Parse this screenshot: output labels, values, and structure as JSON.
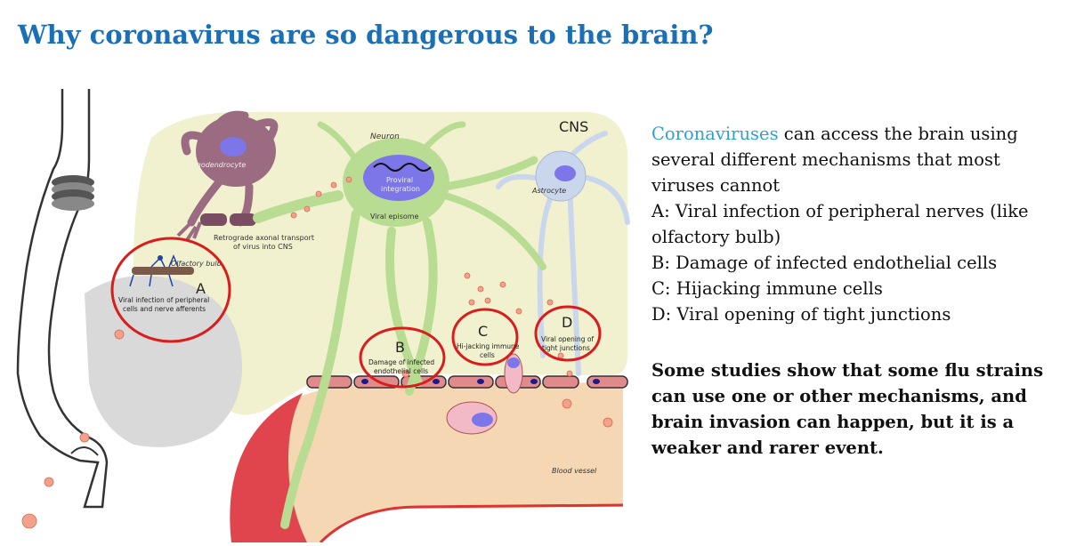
{
  "title": "Why coronavirus are so dangerous to the brain?",
  "description": {
    "highlight": "Coronaviruses",
    "intro": " can access the brain using several different mechanisms that most viruses cannot",
    "items": [
      "A: Viral infection of peripheral nerves (like olfactory bulb)",
      "B: Damage of infected endothelial cells",
      "C: Hijacking immune cells",
      "D: Viral opening of tight junctions"
    ],
    "conclusion": "Some studies show that some flu strains can use one or other mechanisms, and brain invasion can happen, but it is a weaker and rarer event."
  },
  "diagram": {
    "region_label": "CNS",
    "labels": {
      "neuron": "Neuron",
      "oligodendrocyte": "Oligodendrocyte",
      "astrocyte": "Astrocyte",
      "proviral_line1": "Proviral",
      "proviral_line2": "integration",
      "viral_episome": "Viral episome",
      "retrograde_line1": "Retrograde axonal transport",
      "retrograde_line2": "of virus into CNS",
      "olfactory_bulb": "Olfactory bulb",
      "blood_vessel": "Blood vessel"
    },
    "mechanisms": [
      {
        "letter": "A",
        "line1": "Viral infection of peripheral",
        "line2": "cells and nerve afferents"
      },
      {
        "letter": "B",
        "line1": "Damage of infected",
        "line2": "endothelial cells"
      },
      {
        "letter": "C",
        "line1": "Hi-jacking immune",
        "line2": "cells"
      },
      {
        "letter": "D",
        "line1": "Viral opening of",
        "line2": "tight junctions"
      }
    ],
    "colors": {
      "cns_background": "#f1f1cf",
      "neuron": "#b9dc93",
      "oligodendrocyte": "#9b6b82",
      "astrocyte": "#c9d6ec",
      "nucleus": "#7c76e8",
      "vessel_red": "#e0454d",
      "vessel_tan": "#f6d7b4",
      "nose_grey": "#d9d9d9",
      "highlight_circle": "#d91c1c"
    }
  }
}
